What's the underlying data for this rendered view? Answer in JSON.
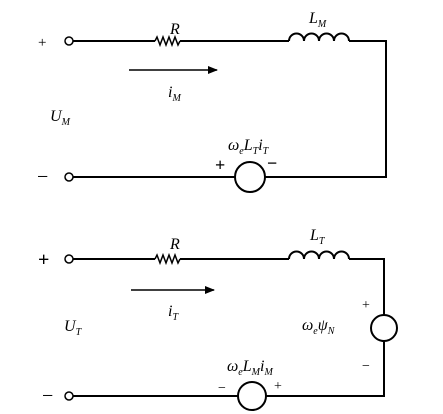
{
  "circuit_m": {
    "terminal_plus": "+",
    "terminal_minus": "−",
    "resistor": {
      "sym": "R"
    },
    "inductor": {
      "sym": "L",
      "sub": "M"
    },
    "current": {
      "sym": "i",
      "sub": "M"
    },
    "voltage": {
      "sym": "U",
      "sub": "M"
    },
    "source": {
      "label": [
        {
          "t": "ω",
          "sub": "e"
        },
        {
          "t": "L",
          "sub": "T"
        },
        {
          "t": "i",
          "sub": "T"
        }
      ],
      "plus": "+",
      "minus": "−"
    }
  },
  "circuit_t": {
    "terminal_plus": "+",
    "terminal_minus": "−",
    "resistor": {
      "sym": "R"
    },
    "inductor": {
      "sym": "L",
      "sub": "T"
    },
    "current": {
      "sym": "i",
      "sub": "T"
    },
    "voltage": {
      "sym": "U",
      "sub": "T"
    },
    "source_right": {
      "label": [
        {
          "t": "ω",
          "sub": "e"
        },
        {
          "t": "ψ",
          "sub": "N"
        }
      ],
      "plus": "+",
      "minus": "−"
    },
    "source_bottom": {
      "label": [
        {
          "t": "ω",
          "sub": "e"
        },
        {
          "t": "L",
          "sub": "M"
        },
        {
          "t": "i",
          "sub": "M"
        }
      ],
      "plus": "+",
      "minus": "−"
    }
  }
}
